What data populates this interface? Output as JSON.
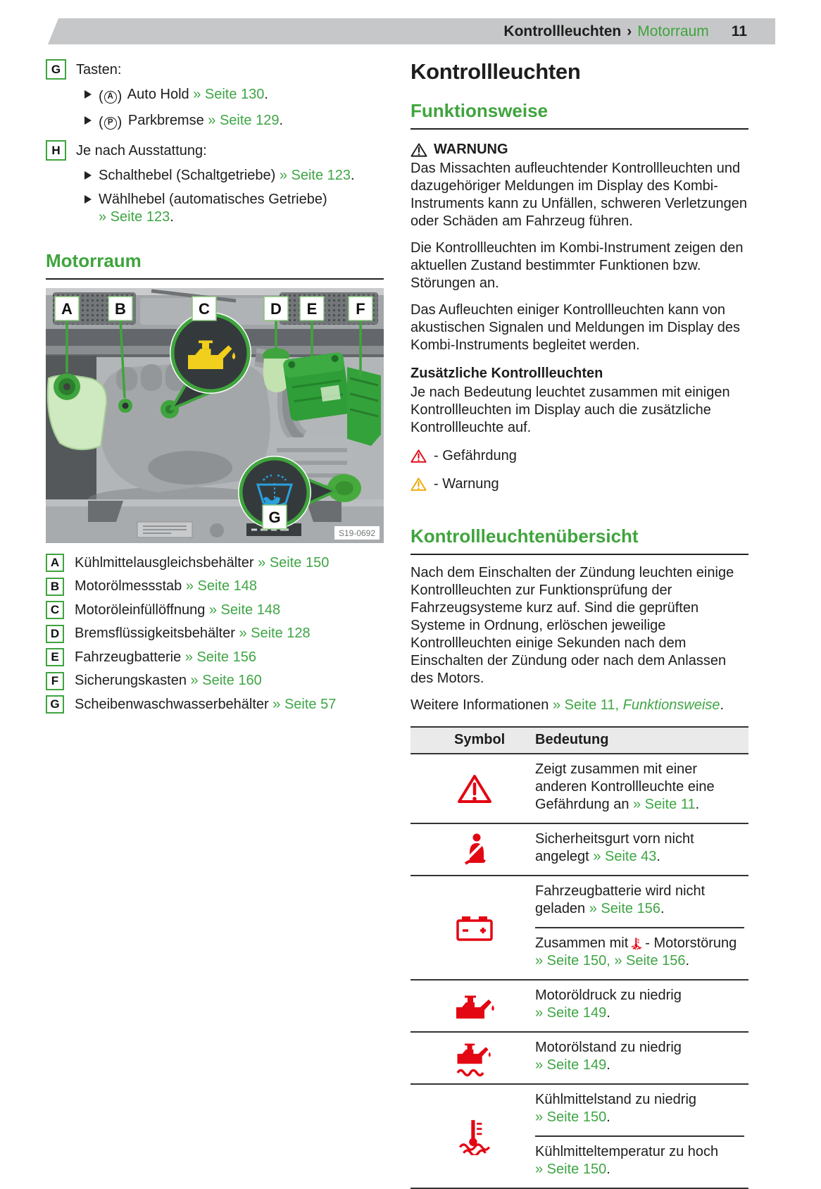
{
  "colors": {
    "accent_green": "#3fa43d",
    "link_green": "#3fa545",
    "alert_red": "#e30613",
    "warn_amber": "#f0a500",
    "washer_blue": "#2aa0dc",
    "oil_yellow": "#f2cf1d",
    "header_bar_gray": "#c6c7c8"
  },
  "header": {
    "section": "Kontrollleuchten",
    "separator": "›",
    "subsection": "Motorraum",
    "page_number": "11"
  },
  "left": {
    "defs": [
      {
        "key": "G",
        "title": "Tasten:",
        "bullets": [
          {
            "icon_letter": "A",
            "label": "Auto Hold",
            "link": "» Seite 130",
            "suffix": "."
          },
          {
            "icon_letter": "P",
            "label": "Parkbremse",
            "link": "» Seite 129",
            "suffix": "."
          }
        ]
      },
      {
        "key": "H",
        "title": "Je nach Ausstattung:",
        "bullets": [
          {
            "label": "Schalthebel (Schaltgetriebe)",
            "link": "» Seite 123",
            "suffix": "."
          },
          {
            "label": "Wählhebel (automatisches Getriebe)",
            "link": "» Seite 123",
            "suffix": "."
          }
        ]
      }
    ],
    "section_title": "Motorraum",
    "figure": {
      "labels": {
        "a": "A",
        "b": "B",
        "c": "C",
        "d": "D",
        "e": "E",
        "f": "F",
        "g": "G"
      },
      "caption": "S19-0692"
    },
    "legend": [
      {
        "key": "A",
        "label": "Kühlmittelausgleichsbehälter",
        "link": "» Seite 150"
      },
      {
        "key": "B",
        "label": "Motorölmessstab",
        "link": "» Seite 148"
      },
      {
        "key": "C",
        "label": "Motoröleinfüllöffnung",
        "link": "» Seite 148"
      },
      {
        "key": "D",
        "label": "Bremsflüssigkeitsbehälter",
        "link": "» Seite 128"
      },
      {
        "key": "E",
        "label": "Fahrzeugbatterie",
        "link": "» Seite 156"
      },
      {
        "key": "F",
        "label": "Sicherungskasten",
        "link": "» Seite 160"
      },
      {
        "key": "G",
        "label": "Scheibenwaschwasserbehälter",
        "link": "» Seite 57"
      }
    ]
  },
  "right": {
    "title": "Kontrollleuchten",
    "funktionsweise": {
      "heading": "Funktionsweise",
      "warning_title": "WARNUNG",
      "warning_text": "Das Missachten aufleuchtender Kontrollleuchten und dazugehöriger Meldungen im Display des Kombi-Instruments kann zu Unfällen, schweren Verletzungen oder Schäden am Fahrzeug führen.",
      "p1": "Die Kontrollleuchten im Kombi-Instrument zeigen den aktuellen Zustand bestimmter Funktionen bzw. Störungen an.",
      "p2": "Das Aufleuchten einiger Kontrollleuchten kann von akustischen Signalen und Meldungen im Display des Kombi-Instruments begleitet werden.",
      "sub_heading": "Zusätzliche Kontrollleuchten",
      "p3": "Je nach Bedeutung leuchtet zusammen mit einigen Kontrollleuchten im Display auch die zusätzliche Kontrollleuchte auf.",
      "danger_label": "- Gefährdung",
      "warn_label": "- Warnung"
    },
    "uebersicht": {
      "heading": "Kontrollleuchtenübersicht",
      "p1": "Nach dem Einschalten der Zündung leuchten einige Kontrollleuchten zur Funktionsprüfung der Fahrzeugsysteme kurz auf. Sind die geprüften Systeme in Ordnung, erlöschen jeweilige Kontrollleuchten einige Sekunden nach dem Einschalten der Zündung oder nach dem Anlassen des Motors.",
      "more_info": {
        "prefix": "Weitere Informationen",
        "link": "» Seite 11,",
        "link_italic": "Funktionsweise",
        "suffix": "."
      }
    },
    "table": {
      "headers": [
        "Symbol",
        "Bedeutung"
      ],
      "rows": [
        {
          "icon": "warning-triangle",
          "entries": [
            {
              "text": "Zeigt zusammen mit einer anderen Kontrollleuchte eine Gefährdung an",
              "link": "» Seite 11",
              "suffix": "."
            }
          ]
        },
        {
          "icon": "seatbelt",
          "entries": [
            {
              "text": "Sicherheitsgurt vorn nicht angelegt",
              "link": "» Seite 43",
              "suffix": "."
            }
          ]
        },
        {
          "icon": "battery",
          "entries": [
            {
              "text": "Fahrzeugbatterie wird nicht geladen",
              "link": "» Seite 156",
              "suffix": "."
            },
            {
              "text": "Zusammen mit",
              "text2": "- Motorstörung",
              "link": "» Seite 150,",
              "link2": "» Seite 156",
              "suffix": "."
            }
          ]
        },
        {
          "icon": "oil-pressure",
          "entries": [
            {
              "text": "Motoröldruck zu niedrig",
              "link": "» Seite 149",
              "suffix": "."
            }
          ]
        },
        {
          "icon": "oil-level",
          "entries": [
            {
              "text": "Motorölstand zu niedrig",
              "link": "» Seite 149",
              "suffix": "."
            }
          ]
        },
        {
          "icon": "coolant",
          "entries": [
            {
              "text": "Kühlmittelstand zu niedrig",
              "link": "» Seite 150",
              "suffix": "."
            },
            {
              "text": "Kühlmitteltemperatur zu hoch",
              "link": "» Seite 150",
              "suffix": "."
            }
          ]
        }
      ]
    }
  }
}
